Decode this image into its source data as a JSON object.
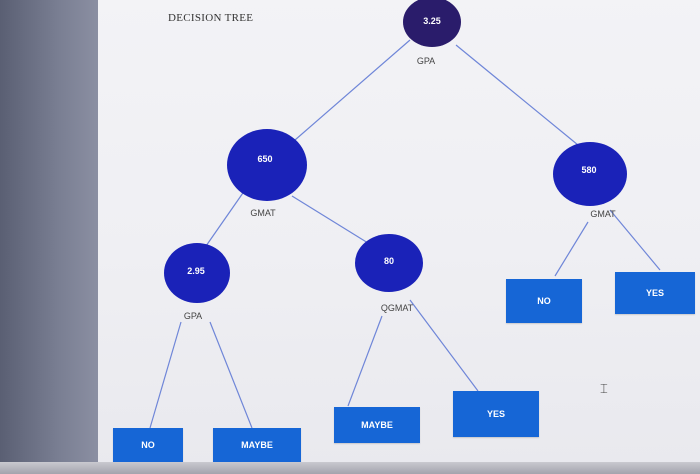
{
  "title": "DECISION TREE",
  "nodes": {
    "root": {
      "value": "3.25",
      "label": "GPA"
    },
    "gmat_left": {
      "value": "650",
      "label": "GMAT"
    },
    "gmat_right": {
      "value": "580",
      "label": "GMAT"
    },
    "gpa_left": {
      "value": "2.95",
      "label": "GPA"
    },
    "qgmat": {
      "value": "80",
      "label": "QGMAT"
    }
  },
  "leaves": {
    "no_1": "NO",
    "maybe_1": "MAYBE",
    "maybe_2": "MAYBE",
    "yes_1": "YES",
    "no_2": "NO",
    "yes_2": "YES"
  },
  "colors": {
    "root_node": "#2a1c6b",
    "node": "#1a22b8",
    "leaf": "#1666d6",
    "edge": "#6f86d8"
  },
  "icons": {
    "cursor": "text-cursor-icon"
  }
}
